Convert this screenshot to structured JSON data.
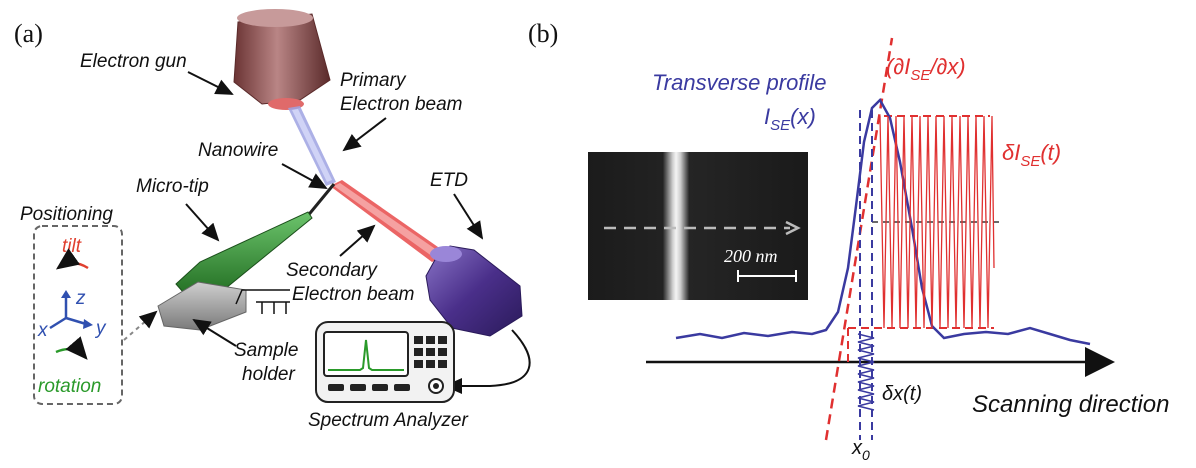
{
  "panel_a": {
    "tag": "(a)",
    "electron_gun": "Electron gun",
    "primary_beam_line1": "Primary",
    "primary_beam_line2": "Electron beam",
    "nanowire": "Nanowire",
    "micro_tip": "Micro-tip",
    "etd": "ETD",
    "positioning": "Positioning",
    "tilt": "tilt",
    "axis_z": "z",
    "axis_x": "x",
    "axis_y": "y",
    "rotation": "rotation",
    "secondary_beam_line1": "Secondary",
    "secondary_beam_line2": "Electron beam",
    "sample_holder_line1": "Sample",
    "sample_holder_line2": "holder",
    "spectrum_analyzer": "Spectrum Analyzer"
  },
  "panel_b": {
    "tag": "(b)",
    "transverse_profile": "Transverse profile",
    "derivative_label": "(∂I",
    "derivative_sub": "SE",
    "derivative_tail": "/∂x)",
    "ise_x": "I",
    "ise_x_sub": "SE",
    "ise_x_tail": "(x)",
    "delta_ise": "δI",
    "delta_ise_sub": "SE",
    "delta_ise_tail": "(t)",
    "scale_bar": "200 nm",
    "delta_x": "δx(t)",
    "x0": "x",
    "x0_sub": "0",
    "scanning_direction": "Scanning direction"
  },
  "colors": {
    "gun": "#8a4a4a",
    "primary_beam": "#8c8fd8",
    "secondary_beam": "#e04040",
    "micro_tip": "#2e8b2e",
    "etd": "#4a2f8a",
    "profile": "#3a3aa0",
    "derivative": "#e03030",
    "tilt": "#e04030",
    "rotation": "#2a9a2a",
    "axis": "#3050b0"
  }
}
